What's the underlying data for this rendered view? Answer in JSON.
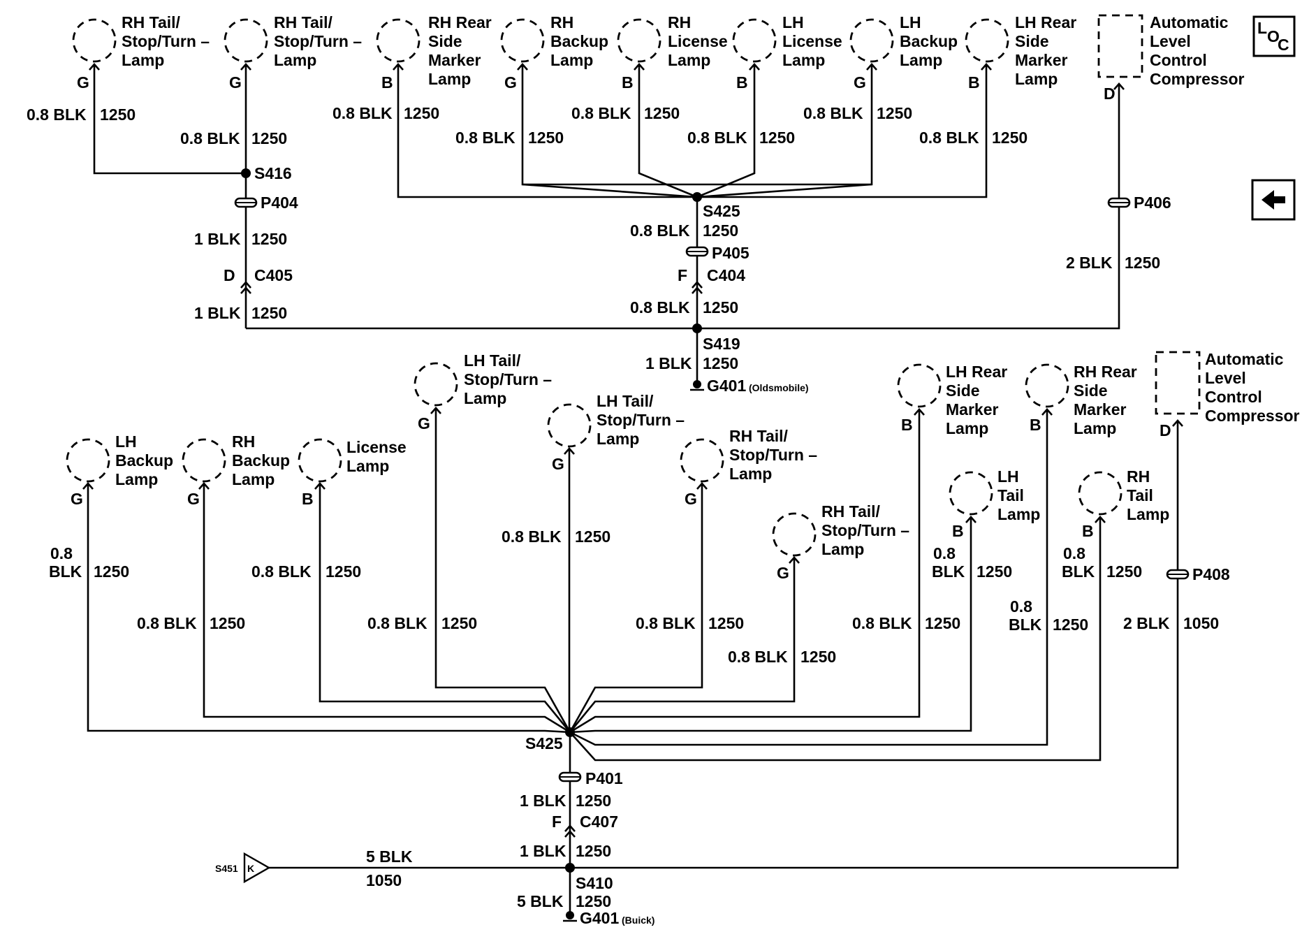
{
  "components": {
    "t_rh_tail_a": "RH Tail/\nStop/Turn –\nLamp",
    "t_rh_tail_b": "RH Tail/\nStop/Turn –\nLamp",
    "t_rh_rsm": "RH Rear\nSide\nMarker\nLamp",
    "t_rh_backup": "RH\nBackup\nLamp",
    "t_rh_license": "RH\nLicense\nLamp",
    "t_lh_license": "LH\nLicense\nLamp",
    "t_lh_backup": "LH\nBackup\nLamp",
    "t_lh_rsm": "LH Rear\nSide\nMarker\nLamp",
    "t_alc": "Automatic\nLevel\nControl\nCompressor",
    "b_lh_tail_a": "LH Tail/\nStop/Turn –\nLamp",
    "b_lh_tail_b": "LH Tail/\nStop/Turn –\nLamp",
    "b_rh_tail_a": "RH Tail/\nStop/Turn –\nLamp",
    "b_rh_tail_b": "RH Tail/\nStop/Turn –\nLamp",
    "b_lh_backup": "LH\nBackup\nLamp",
    "b_rh_backup": "RH\nBackup\nLamp",
    "b_license": "License\nLamp",
    "b_lh_rsm": "LH Rear\nSide\nMarker\nLamp",
    "b_rh_rsm": "RH Rear\nSide\nMarker\nLamp",
    "b_lh_tail": "LH\nTail\nLamp",
    "b_rh_tail": "RH\nTail\nLamp",
    "b_alc": "Automatic\nLevel\nControl\nCompressor"
  },
  "pins": {
    "g": "G",
    "b": "B",
    "d": "D",
    "f": "F",
    "k": "K"
  },
  "wires": {
    "blk08": "0.8 BLK",
    "blk1": "1 BLK",
    "blk2": "2 BLK",
    "blk5": "5 BLK",
    "w08": "0.8",
    "wblk": "BLK",
    "c1250": "1250",
    "c1050": "1050"
  },
  "nodes": {
    "s416": "S416",
    "p404": "P404",
    "c405": "C405",
    "s425": "S425",
    "p405": "P405",
    "c404": "C404",
    "s419": "S419",
    "g401": "G401",
    "g401_olds": "(Oldsmobile)",
    "p406": "P406",
    "p408": "P408",
    "p401": "P401",
    "c407": "C407",
    "s410": "S410",
    "g401_buick": "(Buick)",
    "s451": "S451"
  },
  "loc_icon": {
    "l": "L",
    "o": "O",
    "c": "C"
  }
}
